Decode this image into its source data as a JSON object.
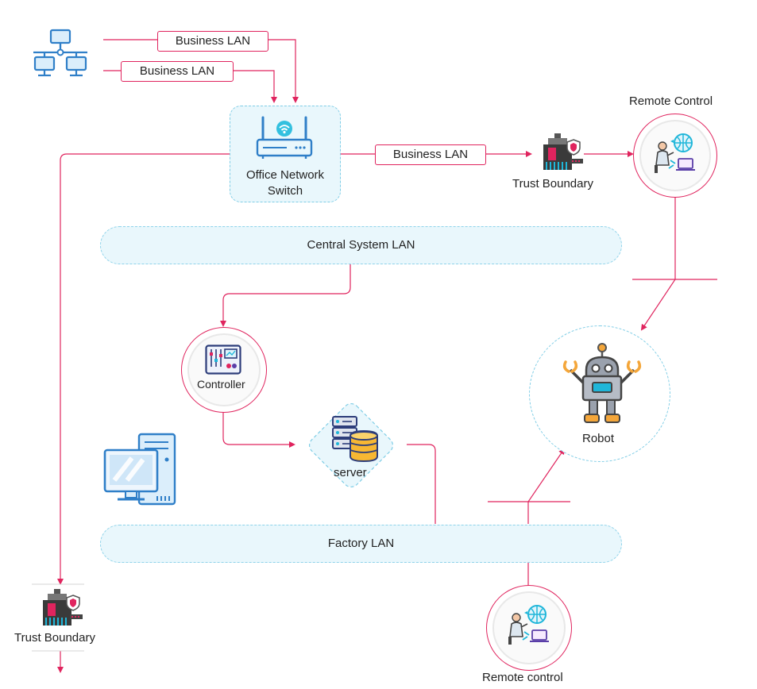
{
  "business_lan_labels": [
    "Business LAN",
    "Business LAN",
    "Business LAN"
  ],
  "switch": {
    "line1": "Office Network",
    "line2": "Switch"
  },
  "trust_boundary_right": "Trust Boundary",
  "trust_boundary_left": "Trust Boundary",
  "remote_control_top": "Remote Control",
  "remote_control_bottom": "Remote control",
  "central_lan": "Central System LAN",
  "factory_lan": "Factory LAN",
  "controller": "Controller",
  "server": "server",
  "robot": "Robot",
  "colors": {
    "accent": "#e0245e",
    "lan_fill": "#e9f7fc",
    "lan_border": "#8fd3ea",
    "icon_blue": "#2f7fc8"
  }
}
